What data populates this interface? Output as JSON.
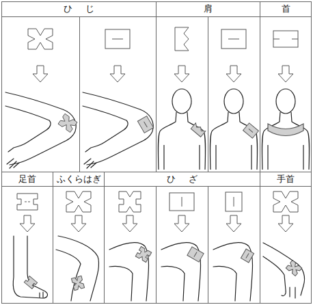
{
  "diagram": {
    "labels": [
      "ひじ",
      "肩",
      "首",
      "足首",
      "ふくらはぎ",
      "ひざ",
      "手首"
    ]
  }
}
